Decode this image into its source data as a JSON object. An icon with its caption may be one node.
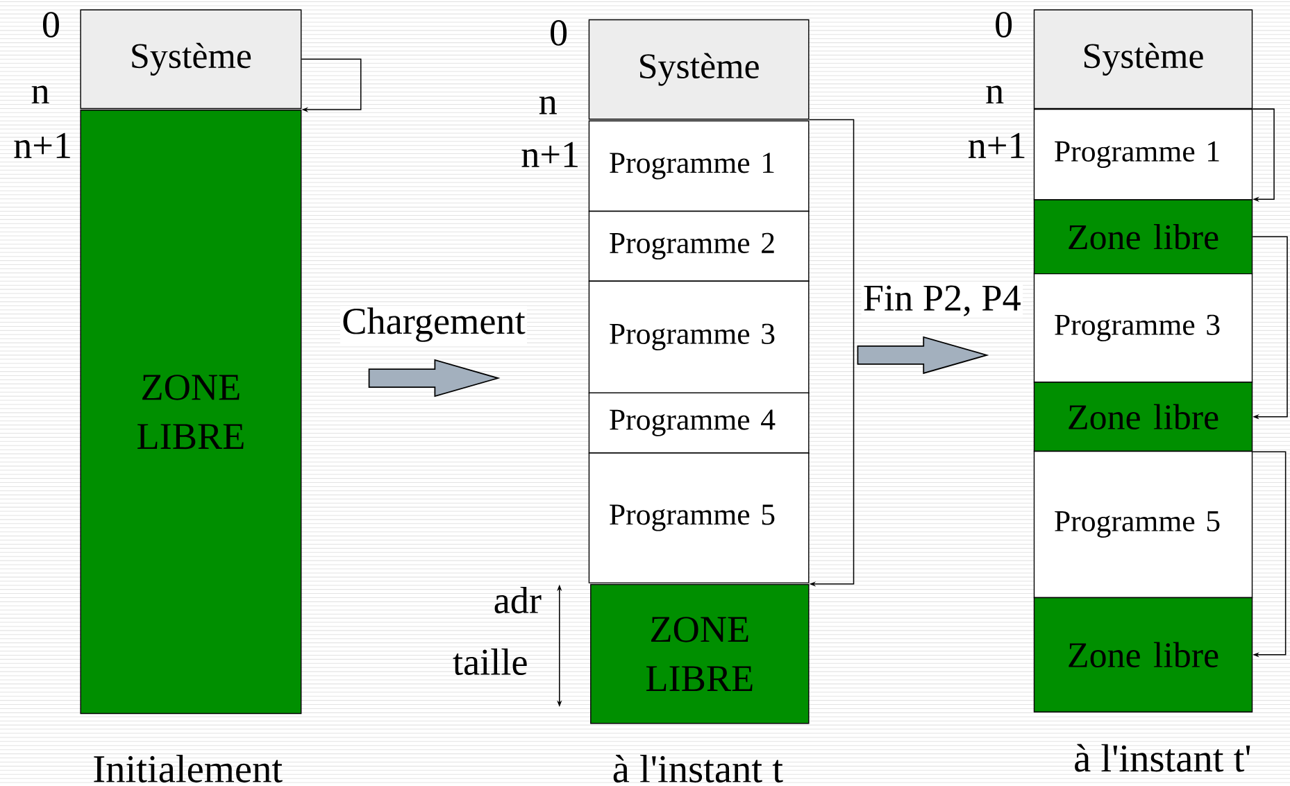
{
  "diagram": {
    "nodes": [
      {
        "text": [
          "Système"
        ]
      },
      {
        "text": [
          "ZONE LIBRE"
        ]
      },
      {
        "text": [
          "Système"
        ]
      },
      {
        "text": [
          "Programme 1"
        ]
      },
      {
        "text": [
          "Programme 2"
        ]
      },
      {
        "text": [
          "Programme 3"
        ]
      },
      {
        "text": [
          "Programme 4"
        ]
      },
      {
        "text": [
          "Programme 5"
        ]
      },
      {
        "text": [
          "ZONE LIBRE"
        ]
      },
      {
        "text": [
          "Système"
        ]
      },
      {
        "text": [
          "Programme 1"
        ]
      },
      {
        "text": [
          "Zone libre"
        ]
      },
      {
        "text": [
          "Programme 3"
        ]
      },
      {
        "text": [
          "Zone libre"
        ]
      },
      {
        "text": [
          "Programme 5"
        ]
      },
      {
        "text": [
          "Zone libre"
        ]
      }
    ],
    "edges": [
      {
        "from": 0,
        "to": 1,
        "arrow": "to"
      },
      {
        "from": 1,
        "to": 5,
        "arrow": "to",
        "label": "Chargement",
        "style": "thick"
      },
      {
        "from": 2,
        "to": 8,
        "arrow": "to"
      },
      {
        "from": 5,
        "to": 12,
        "arrow": "to",
        "label": "Fin P2, P4",
        "style": "thick"
      },
      {
        "from": 9,
        "to": 11,
        "arrow": "to"
      },
      {
        "from": 11,
        "to": 13,
        "arrow": "to"
      },
      {
        "from": 13,
        "to": 15,
        "arrow": "to"
      }
    ],
    "labels": [
      "0",
      "n",
      "n+1",
      "0",
      "n",
      "n+1",
      "0",
      "n",
      "n+1",
      "adr",
      "taille",
      "Initialement",
      "à l'instant t",
      "à l'instant t'"
    ]
  }
}
